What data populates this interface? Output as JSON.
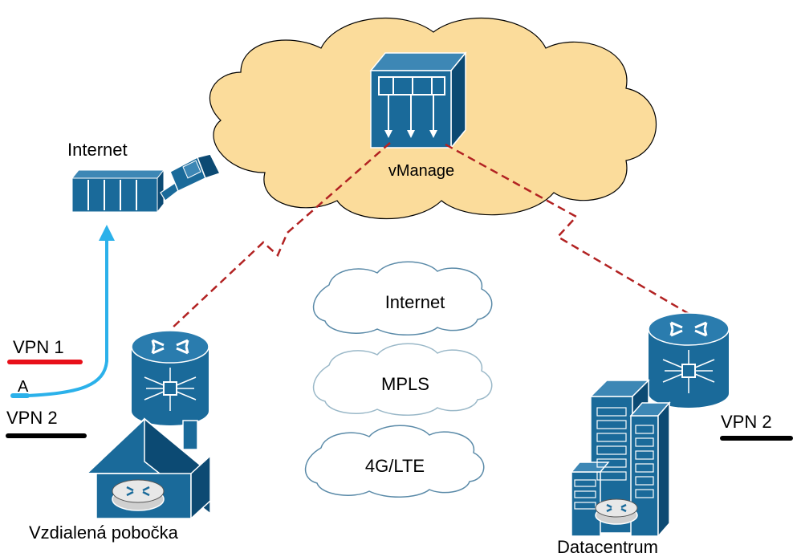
{
  "labels": {
    "vmanage": "vManage",
    "internet_service": "Internet",
    "vpn1": "VPN 1",
    "vpn_a": "A",
    "vpn2_left": "VPN 2",
    "vpn2_right": "VPN 2",
    "cloud_internet": "Internet",
    "cloud_mpls": "MPLS",
    "cloud_lte": "4G/LTE",
    "branch": "Vzdialená pobočka",
    "datacenter": "Datacentrum"
  },
  "colors": {
    "cloud_fill": "#fbdc9b",
    "icon_blue": "#1a6a9a",
    "icon_dark": "#0c4a73",
    "wan_link": "#b22222",
    "vpn1": "#e8101a",
    "vpn_a": "#2bb1ea",
    "vpn2": "#000000",
    "cloud_outline": "#8ab0c5"
  },
  "icons": {
    "vmanage": "vmanage-server-icon",
    "internet_service": "internet-gateway-icon",
    "branch_router": "vedge-router-icon",
    "branch_house": "branch-house-icon",
    "dc_router": "vedge-router-icon",
    "dc_building": "datacenter-building-icon"
  }
}
